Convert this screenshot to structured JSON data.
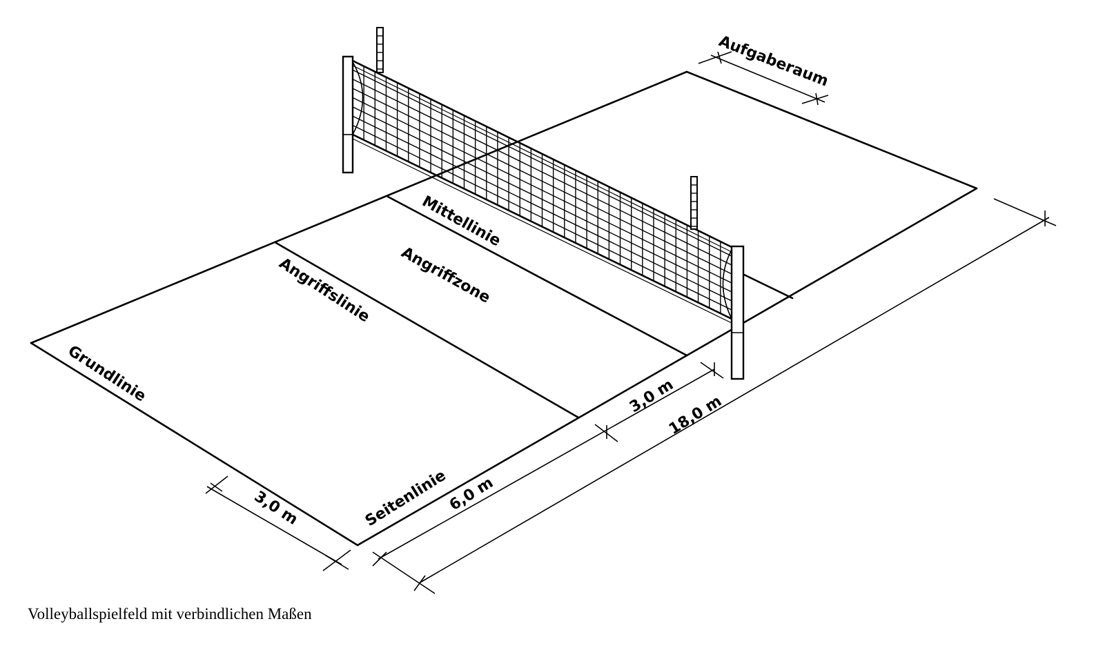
{
  "labels": {
    "grundlinie": "Grundlinie",
    "angriffslinie": "Angriffslinie",
    "angriffzone": "Angriffzone",
    "mittellinie": "Mittellinie",
    "seitenlinie": "Seitenlinie",
    "aufgaberaum": "Aufgaberaum"
  },
  "dimensions": {
    "baseline_section": "3,0 m",
    "back_zone": "6,0 m",
    "attack_zone": "3,0 m",
    "court_length": "18,0 m"
  },
  "caption": "Volleyballspielfeld mit verbindlichen Maßen",
  "colors": {
    "line": "#000000",
    "background": "#ffffff"
  }
}
